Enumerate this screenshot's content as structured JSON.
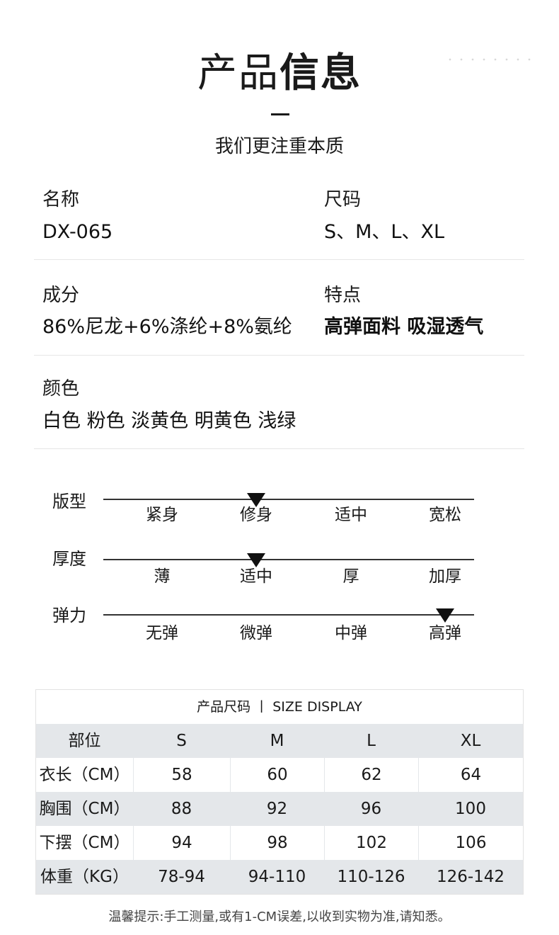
{
  "header": {
    "title_part1": "产品",
    "title_part2": "信息",
    "subtitle": "我们更注重本质"
  },
  "specs": {
    "name_label": "名称",
    "name_value": "DX-065",
    "size_label": "尺码",
    "size_value": "S、M、L、XL",
    "material_label": "成分",
    "material_value": "86%尼龙+6%涤纶+8%氨纶",
    "feature_label": "特点",
    "feature_value": "高弹面料 吸湿透气",
    "color_label": "颜色",
    "color_value": "白色 粉色 淡黄色 明黄色  浅绿"
  },
  "scales": [
    {
      "label": "版型",
      "options": [
        "紧身",
        "修身",
        "适中",
        "宽松"
      ],
      "selected_index": 1
    },
    {
      "label": "厚度",
      "options": [
        "薄",
        "适中",
        "厚",
        "加厚"
      ],
      "selected_index": 1
    },
    {
      "label": "弹力",
      "options": [
        "无弹",
        "微弹",
        "中弹",
        "高弹"
      ],
      "selected_index": 3
    }
  ],
  "size_table": {
    "caption": "产品尺码 丨 SIZE DISPLAY",
    "headers": [
      "部位",
      "S",
      "M",
      "L",
      "XL"
    ],
    "rows": [
      [
        "衣长（CM）",
        "58",
        "60",
        "62",
        "64"
      ],
      [
        "胸围（CM）",
        "88",
        "92",
        "96",
        "100"
      ],
      [
        "下摆（CM）",
        "94",
        "98",
        "102",
        "106"
      ],
      [
        "体重（KG）",
        "78-94",
        "94-110",
        "110-126",
        "126-142"
      ]
    ]
  },
  "note": "温馨提示:手工测量,或有1-CM误差,以收到实物为准,请知悉。"
}
